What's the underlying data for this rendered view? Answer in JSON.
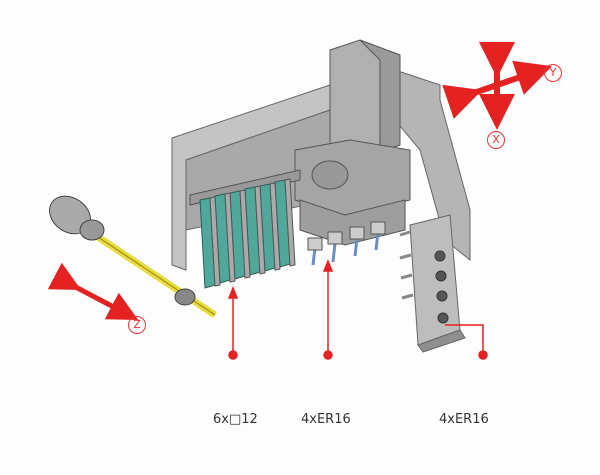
{
  "labels": {
    "turret_tools": "6x□12",
    "middle_holders": "4xER16",
    "side_holders": "4xER16"
  },
  "axes": {
    "x": "X",
    "y": "Y",
    "z": "Z"
  },
  "colors": {
    "arrow": "#e52222",
    "machine": "#b9b9b9",
    "tool_plate": "#4fa89a",
    "shaft": "#e8dc3a"
  }
}
